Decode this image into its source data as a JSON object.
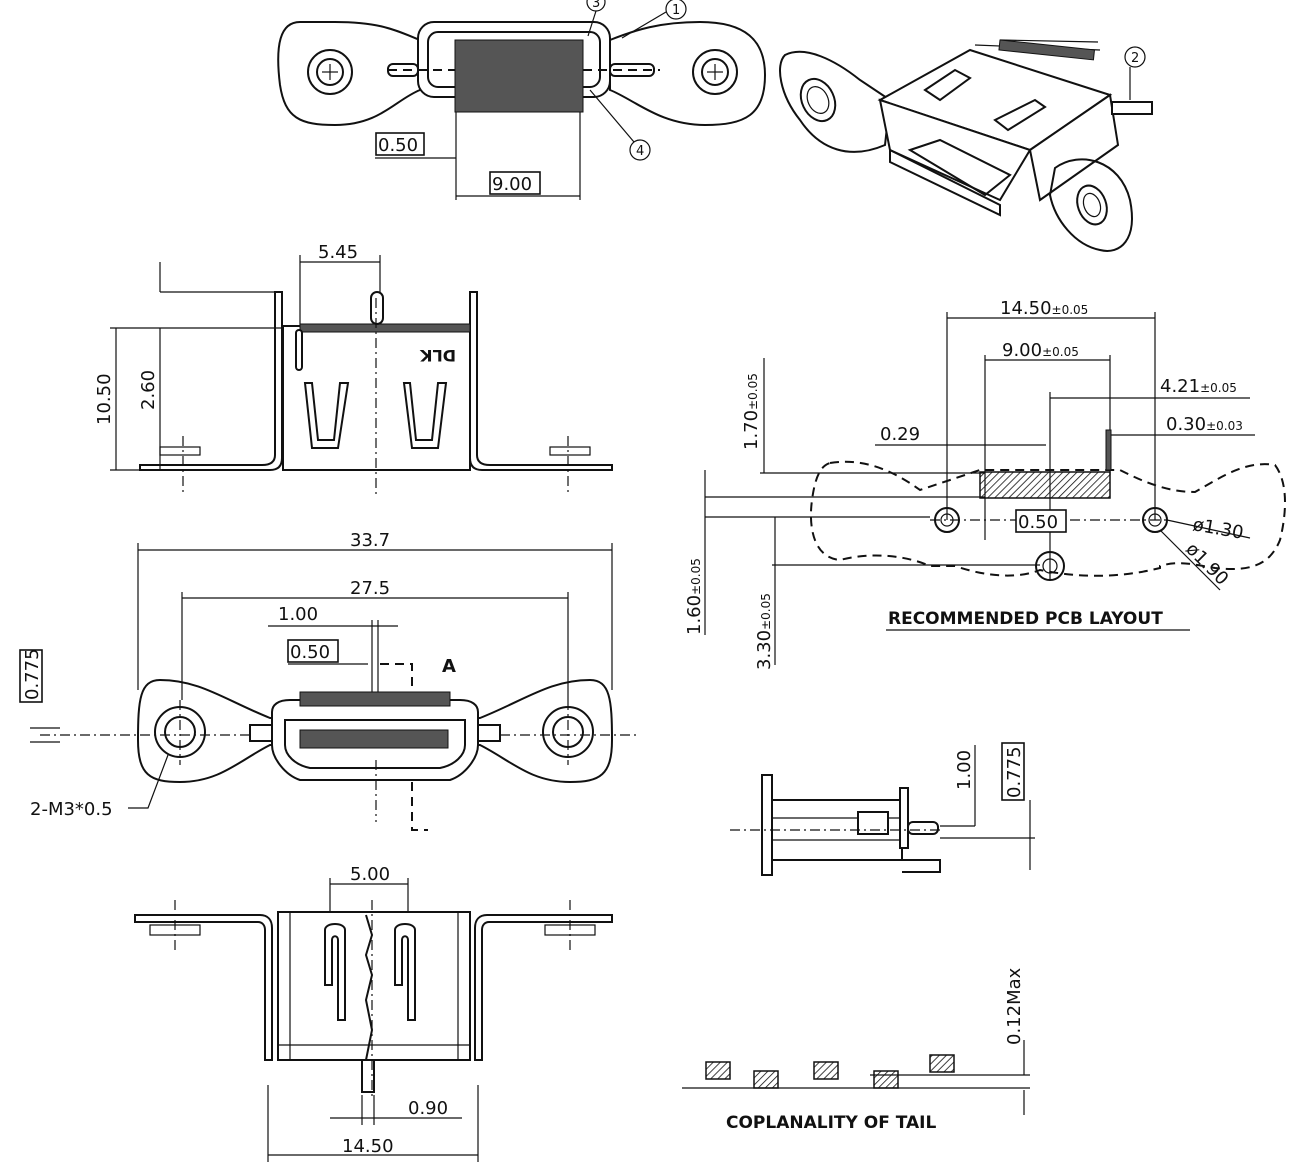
{
  "top_view": {
    "callouts": [
      "1",
      "2",
      "3",
      "4"
    ],
    "dim_pitch": "0.50",
    "dim_width": "9.00"
  },
  "front_view": {
    "dim_top": "5.45",
    "dim_height": "10.50",
    "dim_inner": "2.60",
    "marking": "DLK"
  },
  "plan_view": {
    "dim_overall": "33.7",
    "dim_holes": "27.5",
    "dim_a": "1.00",
    "dim_pitch": "0.50",
    "dim_offset": "0.775",
    "section_label": "A",
    "hole_note": "2-M3*0.5"
  },
  "bottom_view": {
    "dim_top": "5.00",
    "dim_pin": "0.90",
    "dim_width": "14.50"
  },
  "pcb_layout": {
    "dim_width": "14.50",
    "dim_width_tol": "±0.05",
    "dim_pads": "9.00",
    "dim_pads_tol": "±0.05",
    "dim_offset": "4.21",
    "dim_offset_tol": "±0.05",
    "dim_pad_w": "0.30",
    "dim_pad_w_tol": "±0.03",
    "dim_gap": "0.29",
    "dim_pitch": "0.50",
    "dim_hole_big": "ø1.30",
    "dim_hole_small": "ø1.90",
    "dim_v1": "1.70",
    "dim_v1_tol": "±0.05",
    "dim_v2": "1.60",
    "dim_v2_tol": "±0.05",
    "dim_v3": "3.30",
    "dim_v3_tol": "±0.05",
    "title": "RECOMMENDED PCB LAYOUT"
  },
  "side_view": {
    "dim_a": "1.00",
    "dim_b": "0.775"
  },
  "coplanarity": {
    "dim": "0.12Max",
    "title": "COPLANALITY OF TAIL"
  }
}
